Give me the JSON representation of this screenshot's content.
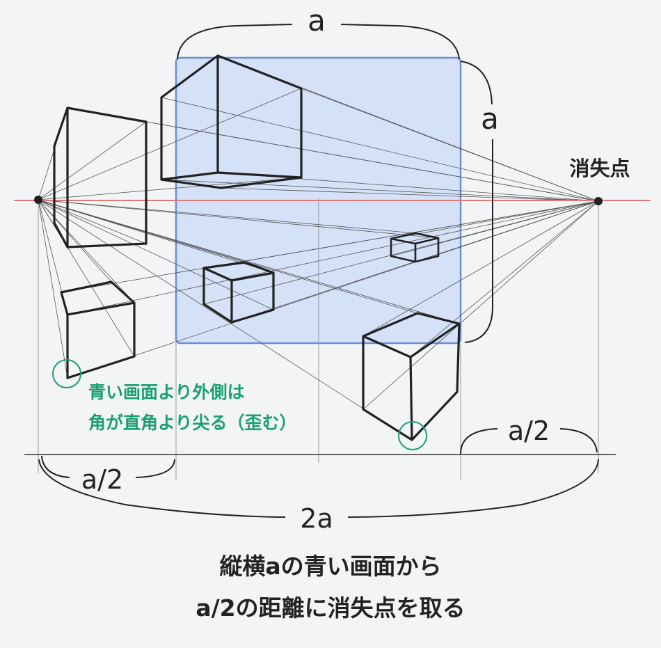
{
  "labels": {
    "top_a": "a",
    "right_a": "a",
    "vanishing_point": "消失点",
    "right_half": "a/2",
    "left_half": "a/2",
    "total": "2a"
  },
  "note": {
    "line1": "青い画面より外側は",
    "line2": "角が直角より尖る（歪む）"
  },
  "caption": {
    "line1": "縦横aの青い画面から",
    "line2": "a/2の距離に消失点を取る"
  },
  "colors": {
    "picture_plane_fill": "#d4e1f7",
    "picture_plane_stroke": "#6b8fd6",
    "horizon": "#e07a7a",
    "note": "#1aa06e"
  }
}
